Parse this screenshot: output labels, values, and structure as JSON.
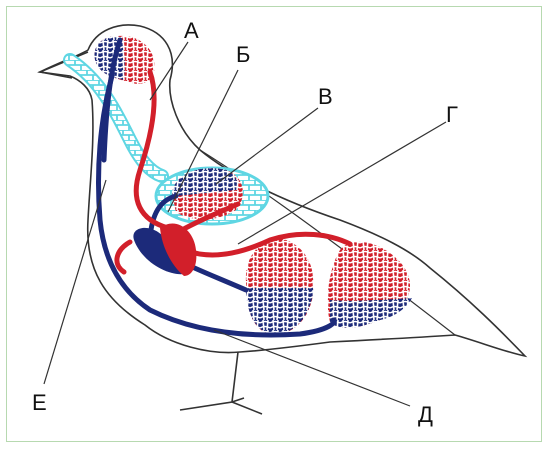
{
  "labels": {
    "a": "А",
    "b": "Б",
    "v": "В",
    "g": "Г",
    "d": "Д",
    "e": "Е"
  },
  "colors": {
    "arterial": "#d21f2a",
    "venous": "#1c2a7a",
    "air_sacs": "#5fd6e3",
    "outline": "#333333",
    "frame": "#b7d9b0"
  }
}
